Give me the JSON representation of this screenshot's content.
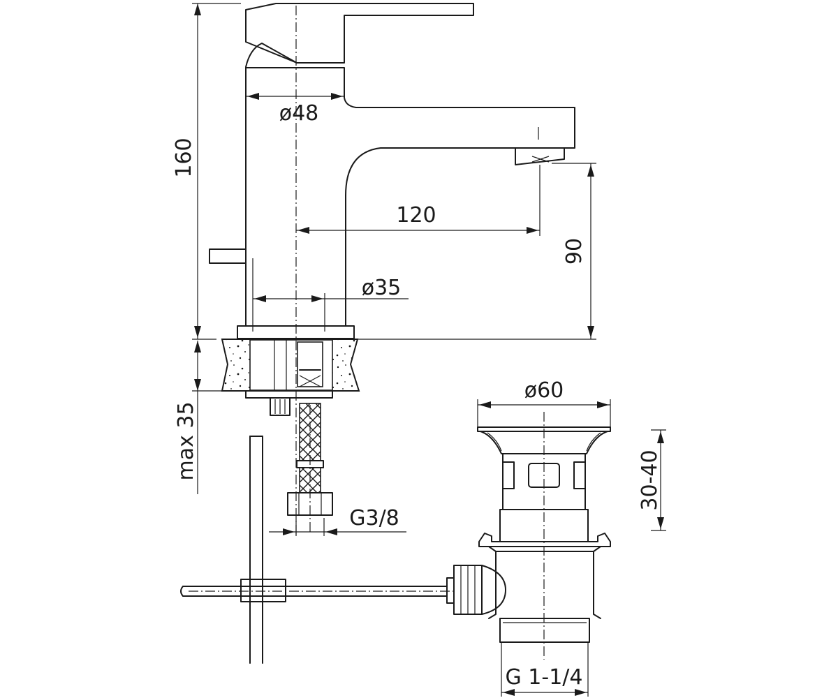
{
  "dimensions": {
    "height_total": "160",
    "diameter_body": "ø48",
    "spout_reach": "120",
    "spout_height": "90",
    "diameter_base": "ø35",
    "max_thickness": "max 35",
    "hose_thread": "G3/8",
    "waste_diameter": "ø60",
    "waste_height": "30-40",
    "waste_thread": "G 1-1/4"
  },
  "colors": {
    "line": "#1a1a1a",
    "background": "#ffffff"
  }
}
